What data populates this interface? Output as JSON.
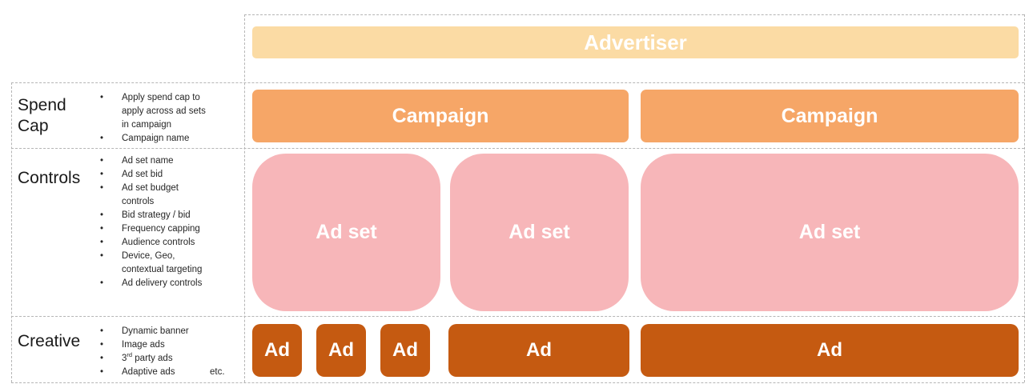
{
  "colors": {
    "advertiser_box": "#fbdba4",
    "campaign_box": "#f6a667",
    "ad_set_box": "#f7b6b9",
    "ad_box": "#c55a11",
    "box_text": "#ffffff",
    "label_text": "#1a1a1a",
    "dashed_line": "#b5b5b5"
  },
  "boxes": {
    "advertiser": "Advertiser",
    "campaigns": [
      "Campaign",
      "Campaign"
    ],
    "ad_sets": [
      "Ad set",
      "Ad set",
      "Ad set"
    ],
    "ads": [
      "Ad",
      "Ad",
      "Ad",
      "Ad",
      "Ad"
    ]
  },
  "rows": [
    {
      "label": "Spend Cap",
      "bullets": [
        "Apply spend cap to apply across ad sets in campaign",
        "Campaign name"
      ]
    },
    {
      "label": "Controls",
      "bullets": [
        "Ad set name",
        "Ad set bid",
        "Ad set budget controls",
        "Bid strategy / bid",
        "Frequency capping",
        "Audience controls",
        "Device, Geo, contextual targeting",
        "Ad delivery controls"
      ]
    },
    {
      "label": "Creative",
      "bullets": [
        "Dynamic banner",
        "Image ads",
        [
          "3",
          "rd",
          " party ads"
        ],
        "Adaptive ads"
      ],
      "suffix": "etc."
    }
  ]
}
